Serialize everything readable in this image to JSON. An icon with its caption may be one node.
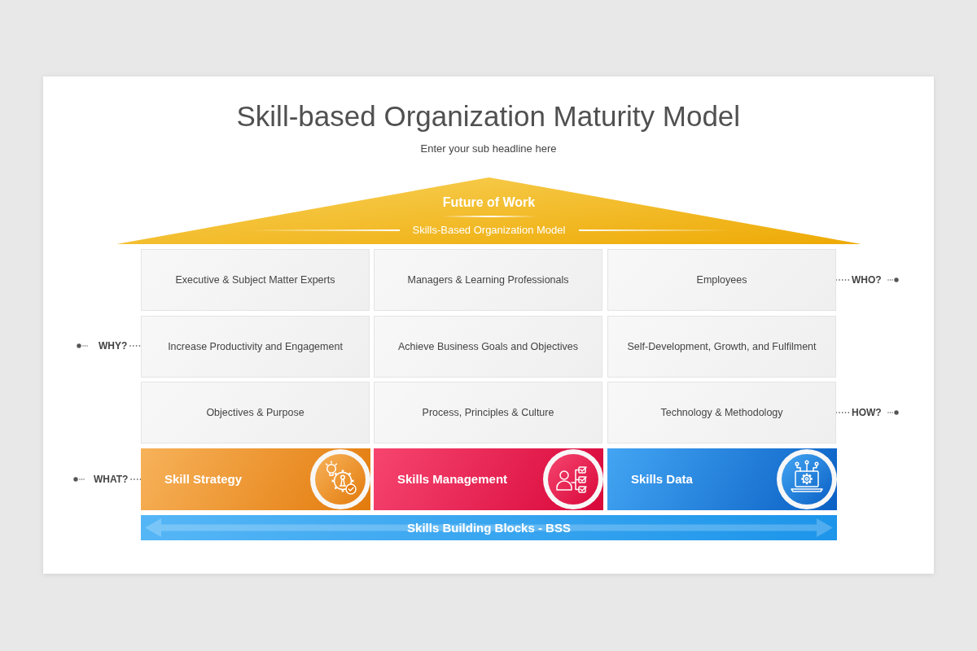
{
  "diagram": {
    "title": "Skill-based Organization Maturity Model",
    "nodes": [
      {
        "text": [
          "Future of Work",
          "Skills-Based Organization Model"
        ]
      },
      {
        "text": [
          "Executive & Subject Matter Experts"
        ]
      },
      {
        "text": [
          "Managers & Learning Professionals"
        ]
      },
      {
        "text": [
          "Employees"
        ]
      },
      {
        "text": [
          "WHO?"
        ]
      },
      {
        "text": [
          "WHY?"
        ]
      },
      {
        "text": [
          "Increase Productivity and Engagement"
        ]
      },
      {
        "text": [
          "Achieve Business Goals and Objectives"
        ]
      },
      {
        "text": [
          "Self-Development, Growth, and Fulfilment"
        ]
      },
      {
        "text": [
          "Objectives & Purpose"
        ]
      },
      {
        "text": [
          "Process, Principles & Culture"
        ]
      },
      {
        "text": [
          "Technology & Methodology"
        ]
      },
      {
        "text": [
          "HOW?"
        ]
      },
      {
        "text": [
          "WHAT?"
        ]
      },
      {
        "text": [
          "Skill Strategy"
        ]
      },
      {
        "text": [
          "Skills Management"
        ]
      },
      {
        "text": [
          "Skills Data"
        ]
      },
      {
        "text": [
          "Skills Building Blocks - BSS"
        ]
      }
    ],
    "edges": [
      {
        "from": 4,
        "to": 3,
        "arrow": "none",
        "style": "dashed"
      },
      {
        "from": 5,
        "to": 6,
        "arrow": "none",
        "style": "dashed"
      },
      {
        "from": 12,
        "to": 11,
        "arrow": "none",
        "style": "dashed"
      },
      {
        "from": 13,
        "to": 14,
        "arrow": "none",
        "style": "dashed"
      }
    ],
    "labels": [
      "Enter your sub headline here"
    ]
  }
}
